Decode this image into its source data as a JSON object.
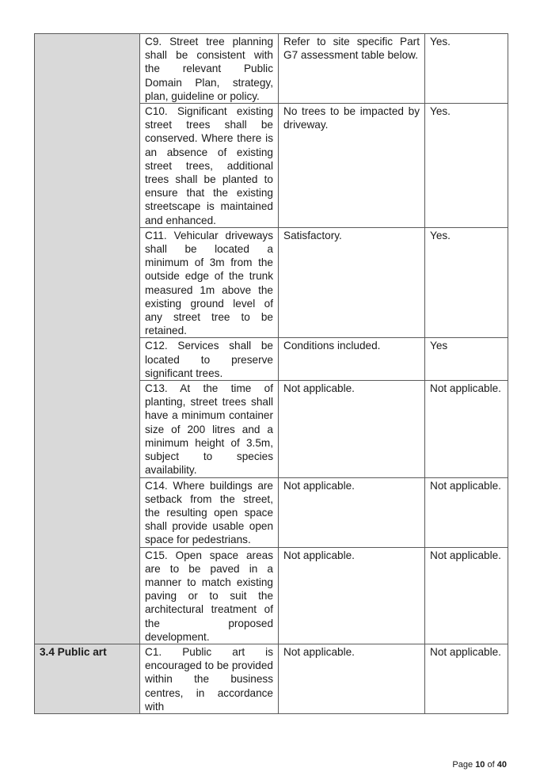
{
  "rows": [
    {
      "section": "",
      "control": "C9. Street tree planning shall be consistent with the relevant Public Domain Plan, strategy, plan, guideline or policy.",
      "comment": "Refer to site specific Part G7 assessment table below.",
      "complies": "Yes."
    },
    {
      "section": "",
      "control": "C10. Significant existing street trees shall be conserved. Where there is an absence of existing street trees, additional trees shall be planted to ensure that the existing streetscape is maintained and enhanced.",
      "comment": "No trees to be impacted by driveway.",
      "complies": "Yes."
    },
    {
      "section": "",
      "control": "C11. Vehicular driveways shall be located a minimum of 3m from the outside edge of the trunk measured 1m above the existing ground level of any street tree to be retained.",
      "comment": "Satisfactory.",
      "complies": "Yes."
    },
    {
      "section": "",
      "control": "C12. Services shall be located to preserve significant trees.",
      "comment": "Conditions included.",
      "complies": "Yes"
    },
    {
      "section": "",
      "control": "C13. At the time of planting, street trees shall have a minimum container size of 200 litres and a minimum height of 3.5m, subject to species availability.",
      "comment": "Not applicable.",
      "complies": "Not applicable."
    },
    {
      "section": "",
      "control": "C14. Where buildings are setback from the street, the resulting open space shall provide usable open space for pedestrians.",
      "comment": "Not applicable.",
      "complies": "Not applicable."
    },
    {
      "section": "",
      "control": "C15. Open space areas are to be paved in a manner to match existing paving or to suit the architectural treatment of the proposed development.",
      "comment": "Not applicable.",
      "complies": "Not applicable."
    },
    {
      "section": "3.4 Public art",
      "control": "C1. Public art is encouraged to be provided within the business centres, in accordance with",
      "comment": "Not applicable.",
      "complies": "Not applicable."
    }
  ],
  "footer": {
    "page_prefix": "Page",
    "page_number": "10",
    "page_of": "of",
    "page_total": "40"
  }
}
